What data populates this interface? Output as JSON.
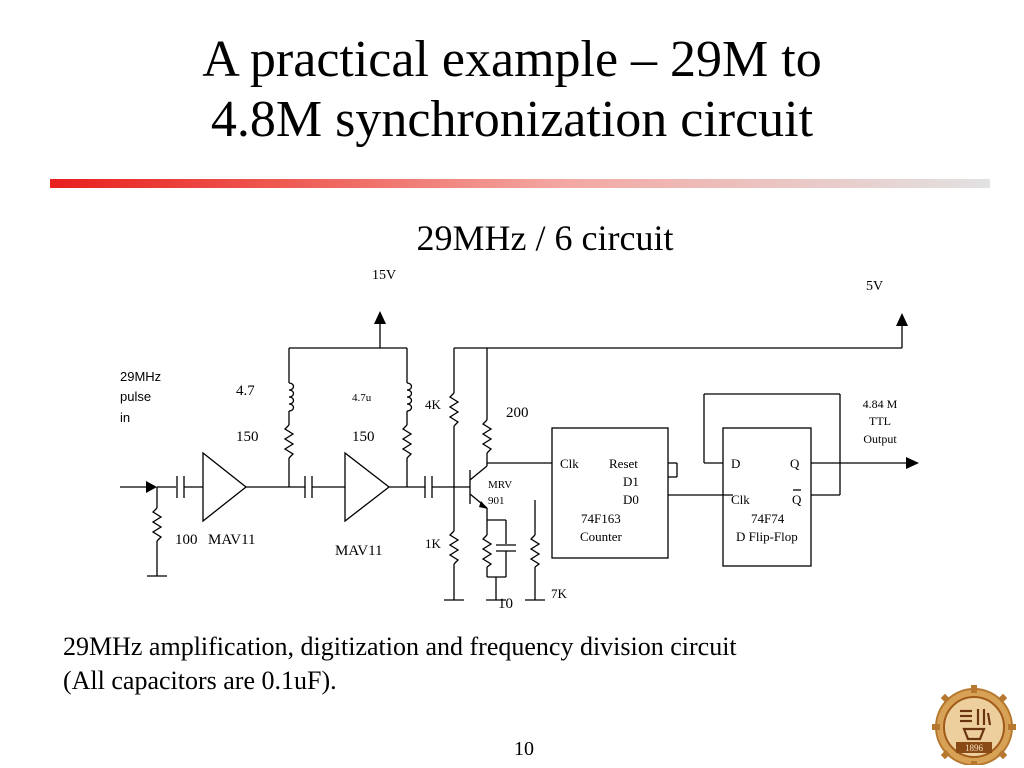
{
  "slide": {
    "title_line1": "A practical example – 29M to",
    "title_line2": "4.8M synchronization circuit",
    "diagram_title": "29MHz / 6 circuit",
    "caption_line1": "29MHz amplification, digitization and frequency division circuit",
    "caption_line2": "(All capacitors are 0.1uF).",
    "page_number": "10",
    "accent_color": "#e8201e"
  },
  "circuit": {
    "supply_15v": "15V",
    "supply_5v": "5V",
    "input_label": [
      "29MHz",
      "pulse",
      "in"
    ],
    "input_resistor": "100",
    "amp1": {
      "name": "MAV11",
      "inductor": "4.7",
      "resistor": "150"
    },
    "amp2": {
      "name": "MAV11",
      "inductor": "4.7u",
      "resistor": "150"
    },
    "bias_resistor_top": "4K",
    "bias_resistor_bottom": "1K",
    "collector_resistor": "200",
    "transistor": [
      "MRV",
      "901"
    ],
    "emitter_resistor": "10",
    "pull_resistor": "7K",
    "counter": {
      "pins": {
        "clk": "Clk",
        "reset": "Reset",
        "d1": "D1",
        "d0": "D0"
      },
      "part": "74F163",
      "name": "Counter"
    },
    "flipflop": {
      "pins": {
        "d": "D",
        "q": "Q",
        "clk": "Clk",
        "qbar": "Q"
      },
      "part": "74F74",
      "name": "D Flip-Flop"
    },
    "output_label": [
      "4.84 M",
      "TTL",
      "Output"
    ]
  },
  "logo": {
    "year": "1896"
  }
}
